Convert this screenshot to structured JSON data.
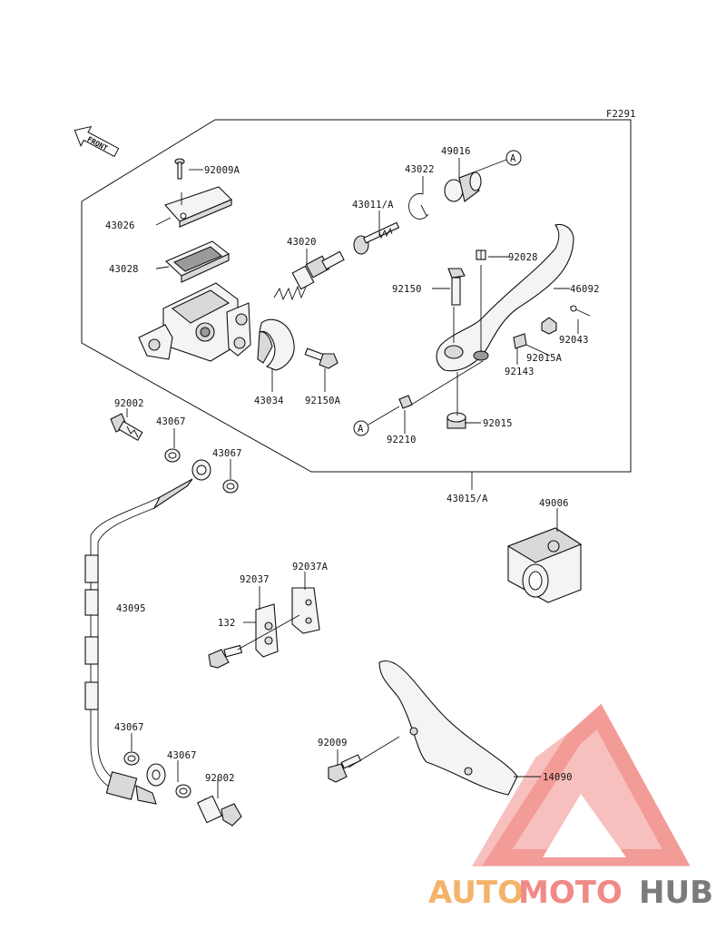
{
  "figure_code": "F2291",
  "front_marker": "FRONT",
  "ref_marker": "A",
  "labels": {
    "p92009A": "92009A",
    "p43026": "43026",
    "p43028": "43028",
    "p43020": "43020",
    "p43011A": "43011/A",
    "p43022": "43022",
    "p49016": "49016",
    "p92028": "92028",
    "p46092": "46092",
    "p92150": "92150",
    "p92043": "92043",
    "p92015A": "92015A",
    "p92143": "92143",
    "p43034": "43034",
    "p92150A": "92150A",
    "p92210": "92210",
    "p92015": "92015",
    "p43015A": "43015/A",
    "p92002_top": "92002",
    "p43067_a": "43067",
    "p43067_b": "43067",
    "p49006": "49006",
    "p43095": "43095",
    "p92037": "92037",
    "p92037A": "92037A",
    "p132": "132",
    "p43067_c": "43067",
    "p43067_d": "43067",
    "p92002_bot": "92002",
    "p92009": "92009",
    "p14090": "14090"
  },
  "watermark": {
    "part1": "AUTO",
    "part2": "MOTO",
    "part3": "HUB",
    "color1": "#f3b36a",
    "color2": "#f08a86",
    "color3": "#7b7b7b",
    "logo_color": "#f08a86"
  }
}
